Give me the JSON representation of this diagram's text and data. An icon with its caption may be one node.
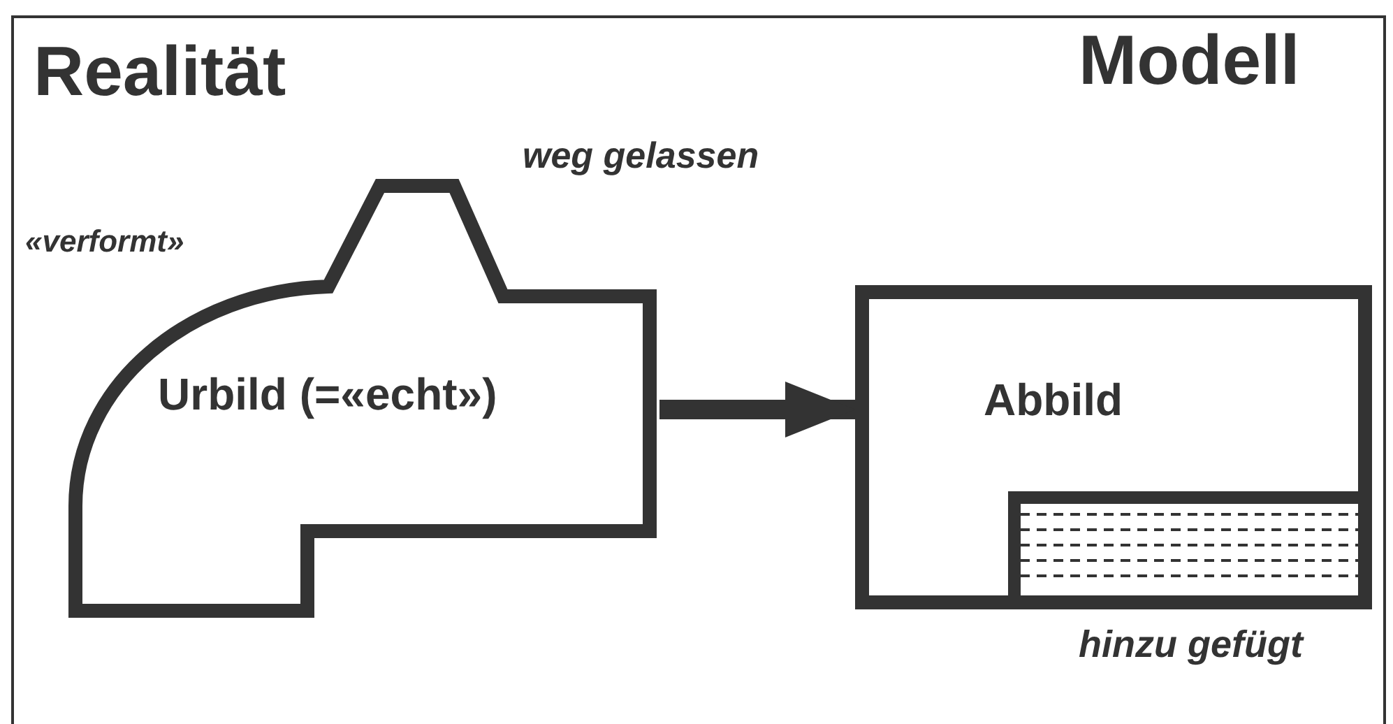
{
  "diagram": {
    "nodes": [
      {
        "text": [
          "Urbild (=«echt»)"
        ]
      },
      {
        "text": [
          "Abbild"
        ]
      }
    ],
    "edges": [
      {
        "from": 0,
        "to": 1,
        "arrow": "to"
      }
    ],
    "labels": [
      "Realität",
      "Modell",
      "weg gelassen",
      "«verformt»",
      "hinzu gefügt"
    ]
  }
}
